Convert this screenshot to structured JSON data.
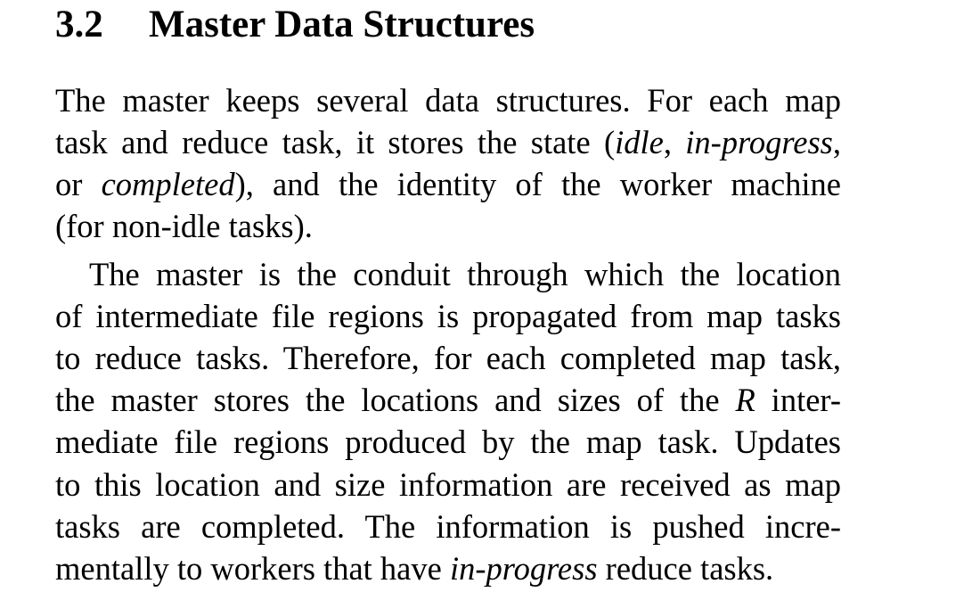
{
  "section": {
    "number": "3.2",
    "title": "Master Data Structures"
  },
  "paragraphs": [
    {
      "lines": [
        [
          {
            "t": "The master keeps several data structures.  For each map"
          }
        ],
        [
          {
            "t": "task and reduce task, it stores the state ("
          },
          {
            "t": "idle",
            "i": true
          },
          {
            "t": ", "
          },
          {
            "t": "in-progress",
            "i": true
          },
          {
            "t": ","
          }
        ],
        [
          {
            "t": "or "
          },
          {
            "t": "completed",
            "i": true
          },
          {
            "t": "), and the identity of the worker machine"
          }
        ],
        [
          {
            "t": "(for non-idle tasks)."
          }
        ]
      ]
    },
    {
      "lines": [
        [
          {
            "t": "The master is the conduit through which the location"
          }
        ],
        [
          {
            "t": "of intermediate file regions is propagated from map tasks"
          }
        ],
        [
          {
            "t": "to reduce tasks. Therefore, for each completed map task,"
          }
        ],
        [
          {
            "t": "the master stores the locations and sizes of the "
          },
          {
            "t": "R",
            "i": true
          },
          {
            "t": " inter-"
          }
        ],
        [
          {
            "t": "mediate file regions produced by the map task.  Updates"
          }
        ],
        [
          {
            "t": "to this location and size information are received as map"
          }
        ],
        [
          {
            "t": "tasks are completed.  The information is pushed incre-"
          }
        ],
        [
          {
            "t": "mentally to workers that have "
          },
          {
            "t": "in-progress",
            "i": true
          },
          {
            "t": " reduce tasks."
          }
        ]
      ]
    }
  ]
}
